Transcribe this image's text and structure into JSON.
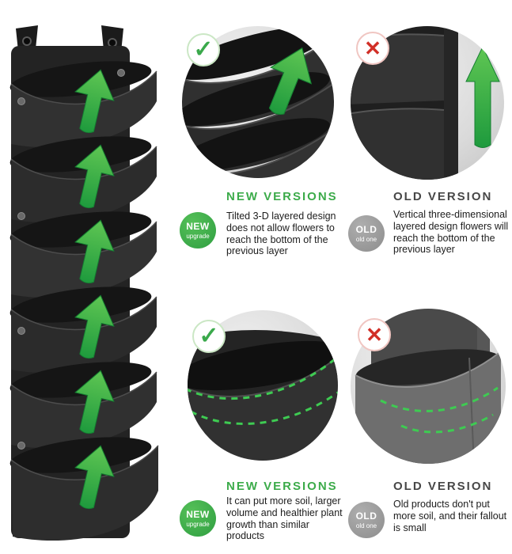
{
  "icons": {
    "check": "✓",
    "cross": "✕"
  },
  "colors": {
    "green": "#3cab4a",
    "gray": "#8f8f8f",
    "red": "#d12f27"
  },
  "comparisons": [
    {
      "new": {
        "heading": "NEW VERSIONS",
        "badge_top": "NEW",
        "badge_bottom": "upgrade",
        "body": "Tilted 3-D layered design does not allow flowers to reach the bottom of the previous layer"
      },
      "old": {
        "heading": "OLD VERSION",
        "badge_top": "OLD",
        "badge_bottom": "old one",
        "body": "Vertical three-dimensional layered design flowers will reach the bottom of the previous layer"
      }
    },
    {
      "new": {
        "heading": "NEW VERSIONS",
        "badge_top": "NEW",
        "badge_bottom": "upgrade",
        "body": "It can put more soil, larger volume and healthier plant growth than similar products"
      },
      "old": {
        "heading": "OLD VERSION",
        "badge_top": "OLD",
        "badge_bottom": "old one",
        "body": "Old products don't put more soil, and their fallout is small"
      }
    }
  ]
}
